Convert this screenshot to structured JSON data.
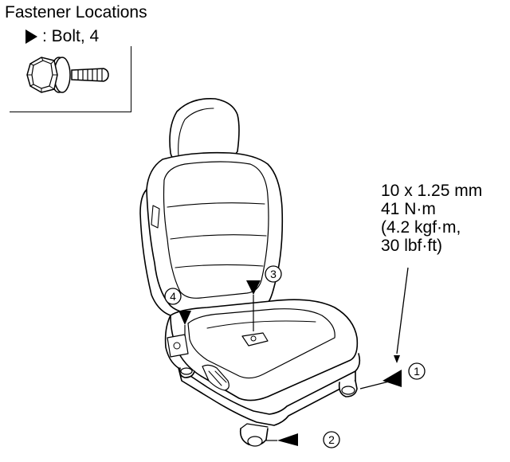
{
  "title": "Fastener Locations",
  "legend": {
    "symbol": "filled-triangle-pointer",
    "label": ": Bolt, 4"
  },
  "torque_spec": {
    "line1": "10 x 1.25 mm",
    "line2": "41 N·m",
    "line3": "(4.2 kgf·m,",
    "line4": "30 lbf·ft)"
  },
  "callouts": [
    {
      "id": "1",
      "label": "1"
    },
    {
      "id": "2",
      "label": "2"
    },
    {
      "id": "3",
      "label": "3"
    },
    {
      "id": "4",
      "label": "4"
    }
  ]
}
